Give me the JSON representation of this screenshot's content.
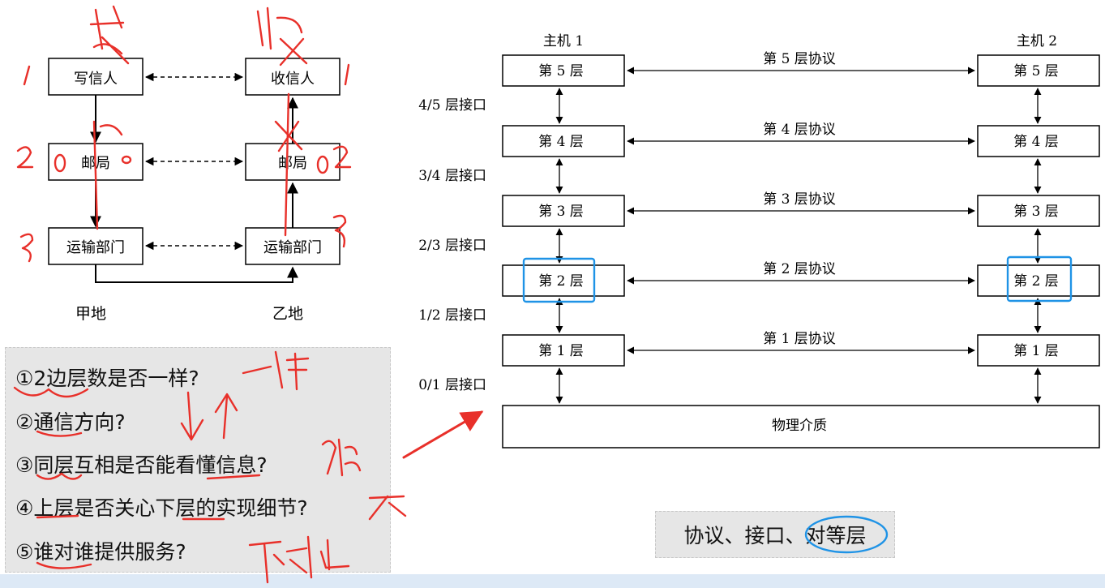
{
  "left_diagram": {
    "writer": "写信人",
    "receiver": "收信人",
    "post_left": "邮局",
    "post_right": "邮局",
    "transport_left": "运输部门",
    "transport_right": "运输部门",
    "place_left": "甲地",
    "place_right": "乙地"
  },
  "questions": [
    "①2边层数是否一样?",
    "②通信方向?",
    "③同层互相是否能看懂信息?",
    "④上层是否关心下层的实现细节?",
    "⑤谁对谁提供服务?"
  ],
  "layers_diagram": {
    "host1": "主机 1",
    "host2": "主机 2",
    "layers": [
      "第 5 层",
      "第 4 层",
      "第 3 层",
      "第 2 层",
      "第 1 层"
    ],
    "protocols": [
      "第 5 层协议",
      "第 4 层协议",
      "第 3 层协议",
      "第 2 层协议",
      "第 1 层协议"
    ],
    "interfaces": [
      "4/5 层接口",
      "3/4 层接口",
      "2/3 层接口",
      "1/2 层接口",
      "0/1 层接口"
    ],
    "medium": "物理介质"
  },
  "summary": {
    "part1": "协议、接口、",
    "part2": "对等层"
  },
  "colors": {
    "annotation_red": "#e8302a",
    "highlight_blue": "#1f93e6",
    "panel_gray": "#e6e6e6"
  }
}
